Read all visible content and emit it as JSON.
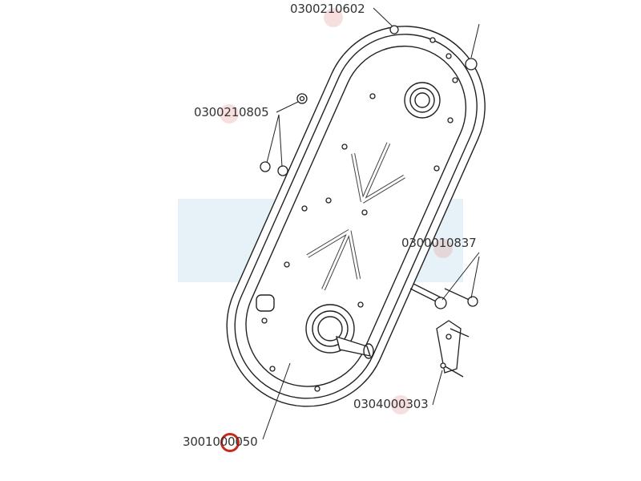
{
  "diagram": {
    "parts": [
      {
        "code": "0300210602",
        "selected": false
      },
      {
        "code": "0300210805",
        "selected": false
      },
      {
        "code": "0300010837",
        "selected": false
      },
      {
        "code": "0304000303",
        "selected": false
      },
      {
        "code": "3001000050",
        "selected": true
      }
    ],
    "colors": {
      "hotspot": "#e69696",
      "selected": "#c8281e",
      "watermark": "#e6f2f8",
      "line": "#222222"
    }
  }
}
